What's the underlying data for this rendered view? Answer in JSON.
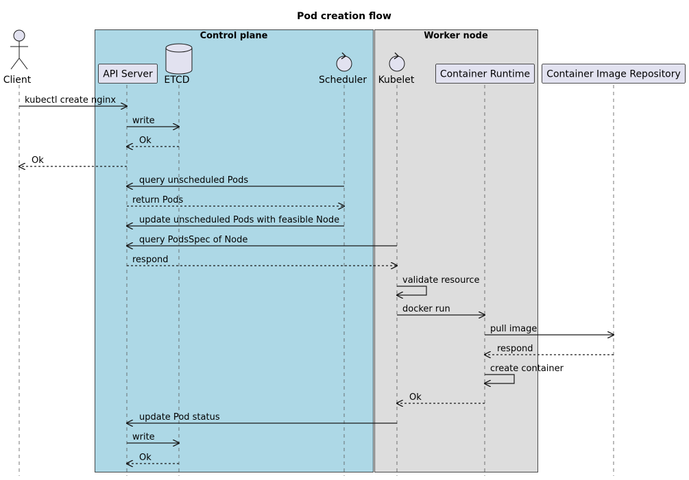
{
  "diagram": {
    "title": "Pod creation flow",
    "colors": {
      "control_plane_fill": "#ADD8E6",
      "worker_node_fill": "#DDDDDD",
      "participant_fill": "#E2E2F0",
      "participant_stroke": "#181818",
      "lifeline": "#555555",
      "arrow": "#181818"
    },
    "groups": [
      {
        "id": "control-plane",
        "label": "Control plane"
      },
      {
        "id": "worker-node",
        "label": "Worker node"
      }
    ],
    "participants": [
      {
        "id": "client",
        "label": "Client",
        "shape": "actor"
      },
      {
        "id": "api",
        "label": "API Server",
        "shape": "box"
      },
      {
        "id": "etcd",
        "label": "ETCD",
        "shape": "database"
      },
      {
        "id": "scheduler",
        "label": "Scheduler",
        "shape": "control"
      },
      {
        "id": "kubelet",
        "label": "Kubelet",
        "shape": "control"
      },
      {
        "id": "runtime",
        "label": "Container Runtime",
        "shape": "box"
      },
      {
        "id": "registry",
        "label": "Container Image Repository",
        "shape": "box"
      }
    ],
    "messages": [
      {
        "from": "client",
        "to": "api",
        "label": "kubectl create nginx",
        "style": "solid"
      },
      {
        "from": "api",
        "to": "etcd",
        "label": "write",
        "style": "solid"
      },
      {
        "from": "etcd",
        "to": "api",
        "label": "Ok",
        "style": "dashed"
      },
      {
        "from": "api",
        "to": "client",
        "label": "Ok",
        "style": "dashed"
      },
      {
        "from": "scheduler",
        "to": "api",
        "label": "query unscheduled Pods",
        "style": "solid"
      },
      {
        "from": "api",
        "to": "scheduler",
        "label": "return Pods",
        "style": "dashed"
      },
      {
        "from": "scheduler",
        "to": "api",
        "label": "update unscheduled Pods with feasible Node",
        "style": "solid"
      },
      {
        "from": "kubelet",
        "to": "api",
        "label": "query PodsSpec of Node",
        "style": "solid"
      },
      {
        "from": "api",
        "to": "kubelet",
        "label": "respond",
        "style": "dashed"
      },
      {
        "from": "kubelet",
        "to": "kubelet",
        "label": "validate resource",
        "style": "solid"
      },
      {
        "from": "kubelet",
        "to": "runtime",
        "label": "docker run",
        "style": "solid"
      },
      {
        "from": "runtime",
        "to": "registry",
        "label": "pull image",
        "style": "solid"
      },
      {
        "from": "registry",
        "to": "runtime",
        "label": "respond",
        "style": "dashed"
      },
      {
        "from": "runtime",
        "to": "runtime",
        "label": "create container",
        "style": "solid"
      },
      {
        "from": "runtime",
        "to": "kubelet",
        "label": "Ok",
        "style": "dashed"
      },
      {
        "from": "kubelet",
        "to": "api",
        "label": "update Pod status",
        "style": "solid"
      },
      {
        "from": "api",
        "to": "etcd",
        "label": "write",
        "style": "solid"
      },
      {
        "from": "etcd",
        "to": "api",
        "label": "Ok",
        "style": "dashed"
      }
    ]
  }
}
